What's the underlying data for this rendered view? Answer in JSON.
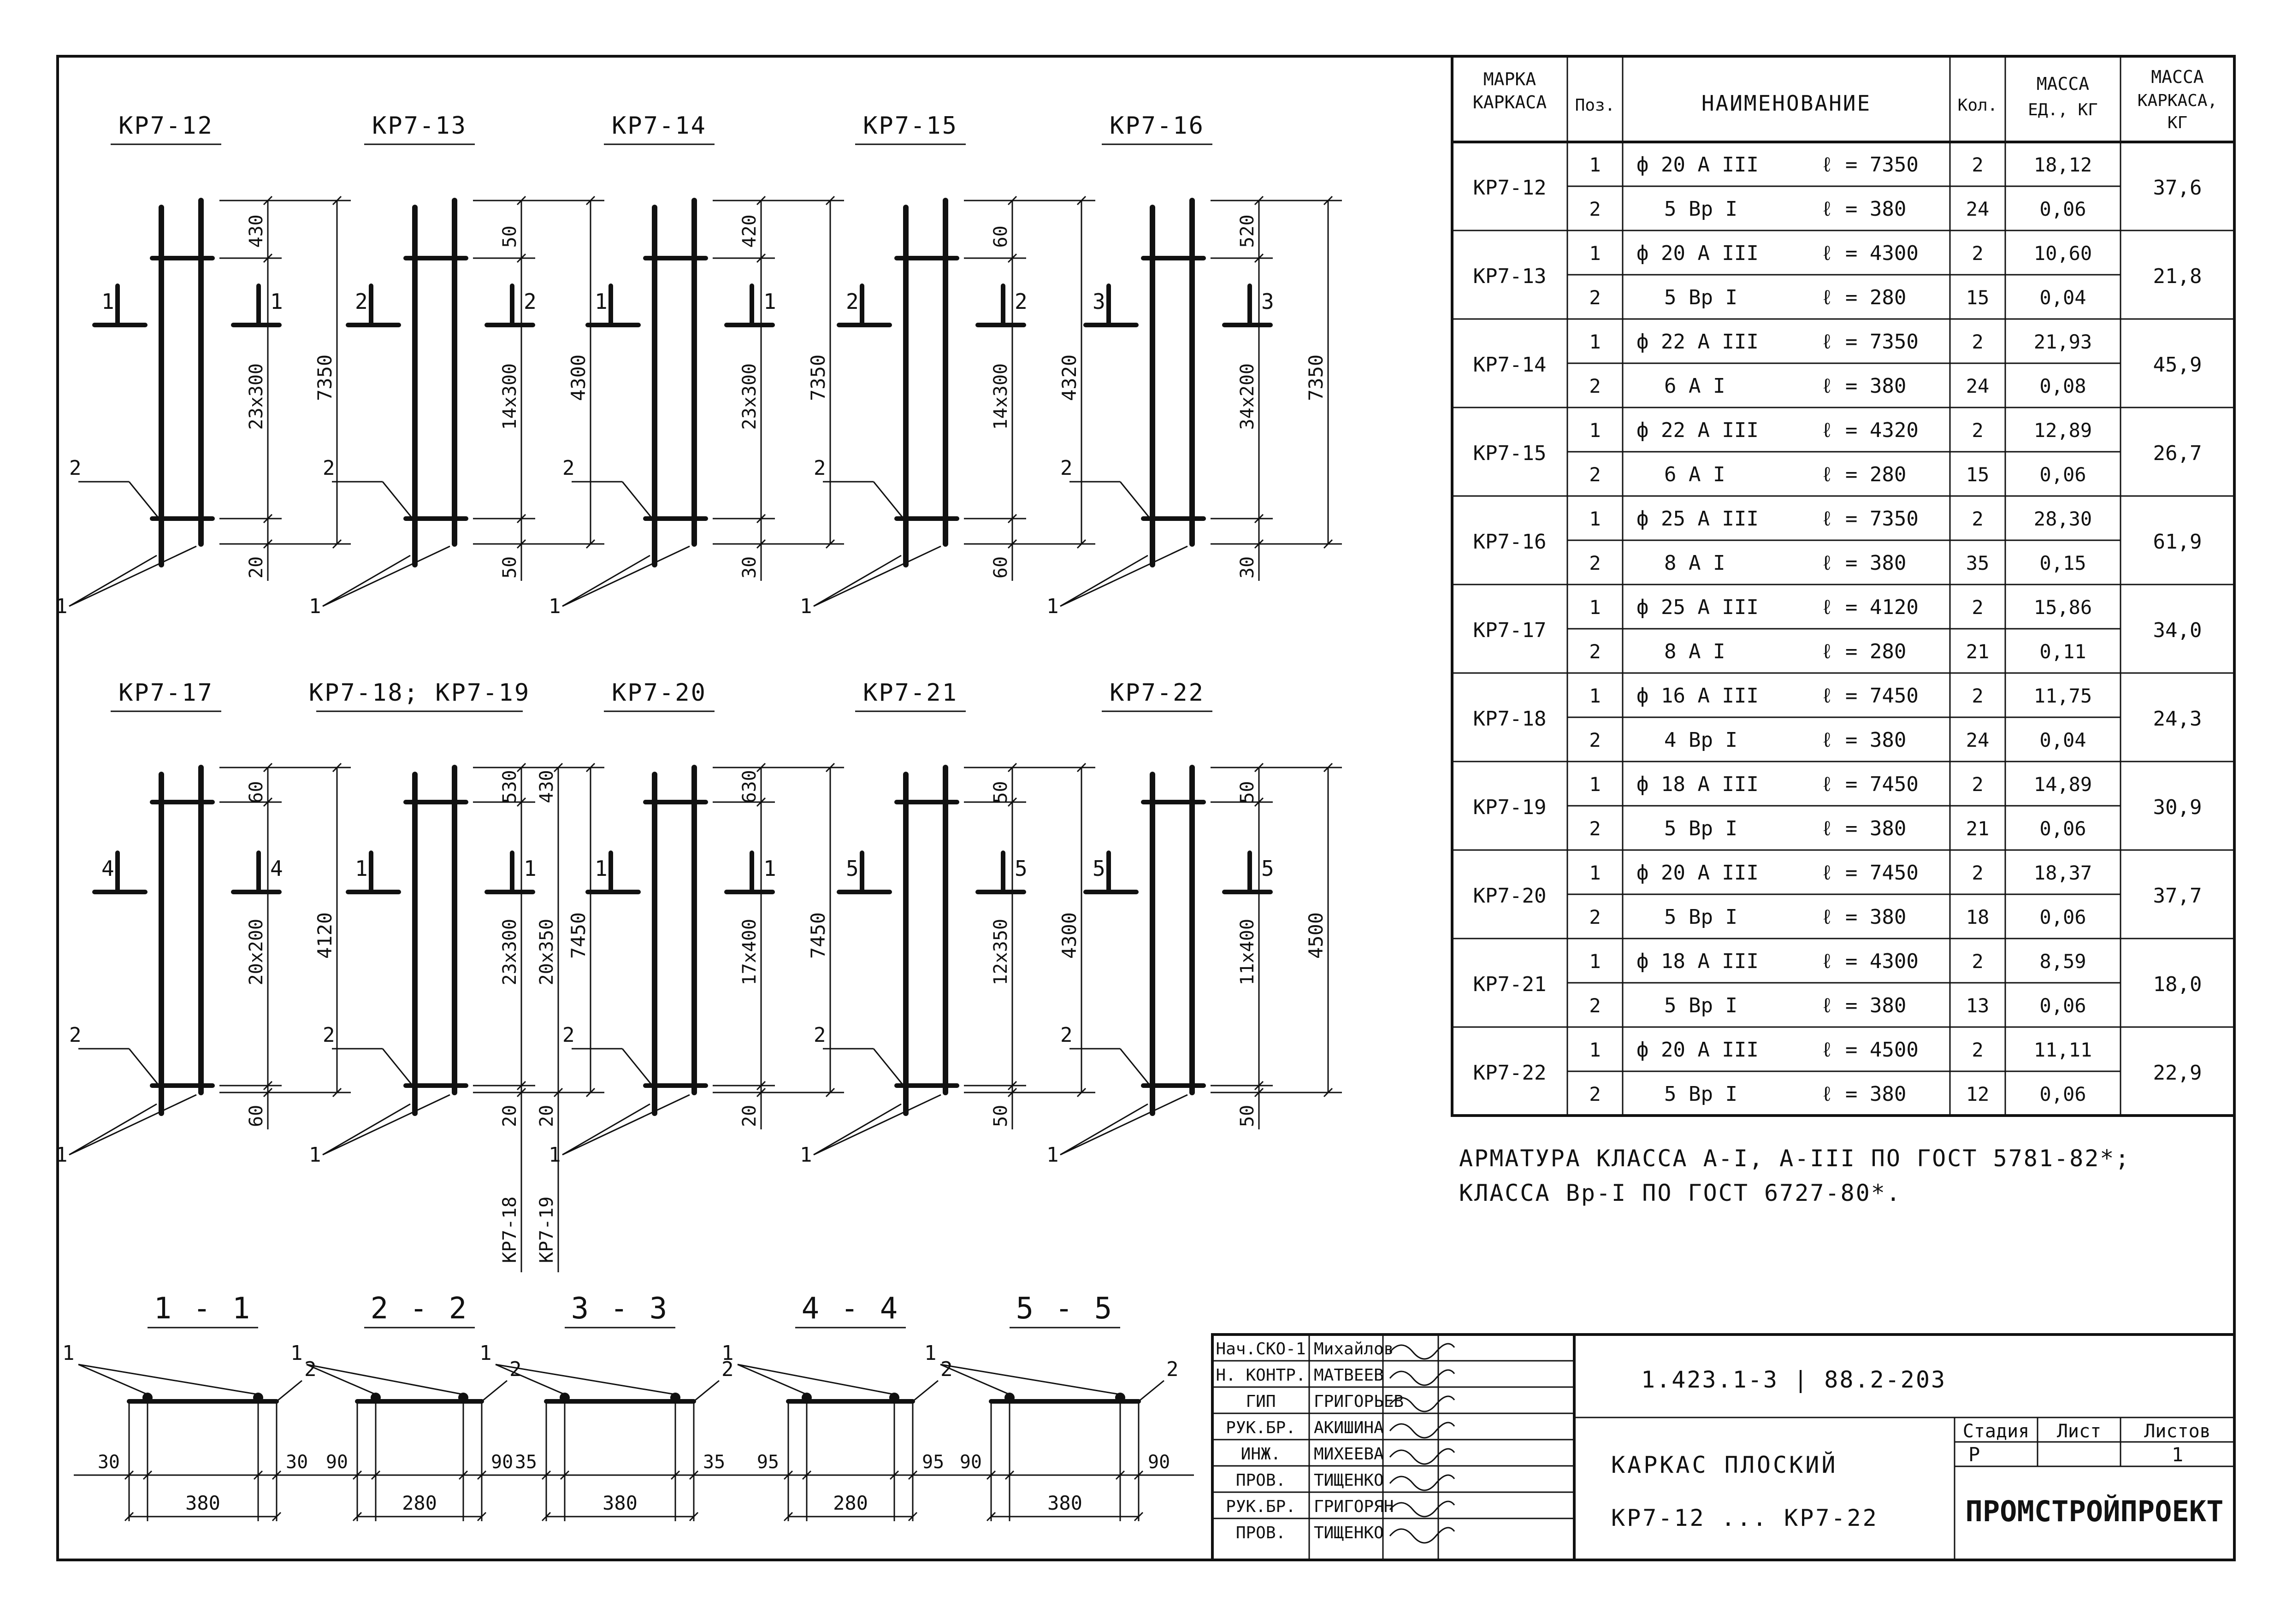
{
  "details": [
    {
      "mark": "КР7-12",
      "dims": [
        "430",
        "23x300",
        "20"
      ],
      "total": "7350",
      "sec": "1"
    },
    {
      "mark": "КР7-13",
      "dims": [
        "50",
        "14x300",
        "50"
      ],
      "total": "4300",
      "sec": "2"
    },
    {
      "mark": "КР7-14",
      "dims": [
        "420",
        "23x300",
        "30"
      ],
      "total": "7350",
      "sec": "1"
    },
    {
      "mark": "КР7-15",
      "dims": [
        "60",
        "14x300",
        "60"
      ],
      "total": "4320",
      "sec": "2"
    },
    {
      "mark": "КР7-16",
      "dims": [
        "520",
        "34x200",
        "30"
      ],
      "total": "7350",
      "sec": "3"
    },
    {
      "mark": "КР7-17",
      "dims": [
        "60",
        "20x200",
        "60"
      ],
      "total": "4120",
      "sec": "4"
    },
    {
      "mark": "КР7-18; КР7-19",
      "dims": [
        "530",
        "23x300",
        "20"
      ],
      "dims2": [
        "430",
        "20x350",
        "20"
      ],
      "total": "7450",
      "sec": "1",
      "sub": [
        "КР7-18",
        "КР7-19"
      ]
    },
    {
      "mark": "КР7-20",
      "dims": [
        "630",
        "17x400",
        "20"
      ],
      "total": "7450",
      "sec": "1"
    },
    {
      "mark": "КР7-21",
      "dims": [
        "50",
        "12x350",
        "50"
      ],
      "total": "4300",
      "sec": "5"
    },
    {
      "mark": "КР7-22",
      "dims": [
        "50",
        "11x400",
        "50"
      ],
      "total": "4500",
      "sec": "5"
    }
  ],
  "labels": {
    "pos1": "1",
    "pos2": "2"
  },
  "sections": [
    {
      "title": "1 - 1",
      "edge": "30",
      "total": "380"
    },
    {
      "title": "2 - 2",
      "edge": "90",
      "total": "280"
    },
    {
      "title": "3 - 3",
      "edge": "35",
      "total": "380"
    },
    {
      "title": "4 - 4",
      "edge": "95",
      "total": "280"
    },
    {
      "title": "5 - 5",
      "edge": "90",
      "total": "380"
    }
  ],
  "spec": {
    "headers": {
      "mark": [
        "МАРКА",
        "КАРКАСА"
      ],
      "pos": "Поз.",
      "name": "НАИМЕНОВАНИЕ",
      "qty": "Кол.",
      "unit": [
        "МАССА",
        "ЕД., КГ"
      ],
      "total": [
        "МАССА",
        "КАРКАСА,",
        "КГ"
      ]
    },
    "rows": [
      {
        "mark": "КР7-12",
        "total": "37,6",
        "items": [
          {
            "pos": "1",
            "name": "ф 20 А III",
            "len": "ℓ = 7350",
            "qty": "2",
            "mass": "18,12"
          },
          {
            "pos": "2",
            "name": "5 Вр I",
            "len": "ℓ = 380",
            "qty": "24",
            "mass": "0,06"
          }
        ]
      },
      {
        "mark": "КР7-13",
        "total": "21,8",
        "items": [
          {
            "pos": "1",
            "name": "ф 20 А III",
            "len": "ℓ = 4300",
            "qty": "2",
            "mass": "10,60"
          },
          {
            "pos": "2",
            "name": "5 Вр I",
            "len": "ℓ = 280",
            "qty": "15",
            "mass": "0,04"
          }
        ]
      },
      {
        "mark": "КР7-14",
        "total": "45,9",
        "items": [
          {
            "pos": "1",
            "name": "ф 22 А III",
            "len": "ℓ = 7350",
            "qty": "2",
            "mass": "21,93"
          },
          {
            "pos": "2",
            "name": "6 А I",
            "len": "ℓ = 380",
            "qty": "24",
            "mass": "0,08"
          }
        ]
      },
      {
        "mark": "КР7-15",
        "total": "26,7",
        "items": [
          {
            "pos": "1",
            "name": "ф 22 А III",
            "len": "ℓ = 4320",
            "qty": "2",
            "mass": "12,89"
          },
          {
            "pos": "2",
            "name": "6 А I",
            "len": "ℓ = 280",
            "qty": "15",
            "mass": "0,06"
          }
        ]
      },
      {
        "mark": "КР7-16",
        "total": "61,9",
        "items": [
          {
            "pos": "1",
            "name": "ф 25 А III",
            "len": "ℓ = 7350",
            "qty": "2",
            "mass": "28,30"
          },
          {
            "pos": "2",
            "name": "8 А I",
            "len": "ℓ = 380",
            "qty": "35",
            "mass": "0,15"
          }
        ]
      },
      {
        "mark": "КР7-17",
        "total": "34,0",
        "items": [
          {
            "pos": "1",
            "name": "ф 25 А III",
            "len": "ℓ = 4120",
            "qty": "2",
            "mass": "15,86"
          },
          {
            "pos": "2",
            "name": "8 А I",
            "len": "ℓ = 280",
            "qty": "21",
            "mass": "0,11"
          }
        ]
      },
      {
        "mark": "КР7-18",
        "total": "24,3",
        "items": [
          {
            "pos": "1",
            "name": "ф 16 А III",
            "len": "ℓ = 7450",
            "qty": "2",
            "mass": "11,75"
          },
          {
            "pos": "2",
            "name": "4 Вр I",
            "len": "ℓ = 380",
            "qty": "24",
            "mass": "0,04"
          }
        ]
      },
      {
        "mark": "КР7-19",
        "total": "30,9",
        "items": [
          {
            "pos": "1",
            "name": "ф 18 А III",
            "len": "ℓ = 7450",
            "qty": "2",
            "mass": "14,89"
          },
          {
            "pos": "2",
            "name": "5 Вр I",
            "len": "ℓ = 380",
            "qty": "21",
            "mass": "0,06"
          }
        ]
      },
      {
        "mark": "КР7-20",
        "total": "37,7",
        "items": [
          {
            "pos": "1",
            "name": "ф 20 А III",
            "len": "ℓ = 7450",
            "qty": "2",
            "mass": "18,37"
          },
          {
            "pos": "2",
            "name": "5 Вр I",
            "len": "ℓ = 380",
            "qty": "18",
            "mass": "0,06"
          }
        ]
      },
      {
        "mark": "КР7-21",
        "total": "18,0",
        "items": [
          {
            "pos": "1",
            "name": "ф 18 А III",
            "len": "ℓ = 4300",
            "qty": "2",
            "mass": "8,59"
          },
          {
            "pos": "2",
            "name": "5 Вр I",
            "len": "ℓ = 380",
            "qty": "13",
            "mass": "0,06"
          }
        ]
      },
      {
        "mark": "КР7-22",
        "total": "22,9",
        "items": [
          {
            "pos": "1",
            "name": "ф 20 А III",
            "len": "ℓ = 4500",
            "qty": "2",
            "mass": "11,11"
          },
          {
            "pos": "2",
            "name": "5 Вр I",
            "len": "ℓ = 380",
            "qty": "12",
            "mass": "0,06"
          }
        ]
      }
    ]
  },
  "notes": [
    "АРМАТУРА КЛАССА А-I, А-III ПО ГОСТ 5781-82*;",
    "КЛАССА Вр-I ПО ГОСТ 6727-80*."
  ],
  "title_block": {
    "staff": [
      {
        "role": "Нач.СКО-1",
        "name": "Михайлов"
      },
      {
        "role": "Н. КОНТР.",
        "name": "МАТВЕЕВ"
      },
      {
        "role": "ГИП",
        "name": "ГРИГОРЬЕВ"
      },
      {
        "role": "РУК.БР.",
        "name": "АКИШИНА"
      },
      {
        "role": "ИНЖ.",
        "name": "МИХЕЕВА"
      },
      {
        "role": "ПРОВ.",
        "name": "ТИЩЕНКО"
      },
      {
        "role": "РУК.БР.",
        "name": "ГРИГОРЯН"
      },
      {
        "role": "ПРОВ.",
        "name": "ТИЩЕНКО"
      }
    ],
    "code": "1.423.1-3 | 88.2-203",
    "title_line1": "КАРКАС ПЛОСКИЙ",
    "title_line2": "КР7-12 ... КР7-22",
    "stage_label": "Стадия",
    "sheet_label": "Лист",
    "sheets_label": "Листов",
    "stage": "Р",
    "sheet": "",
    "sheets": "1",
    "org": "ПРОМСТРОЙПРОЕКТ"
  }
}
